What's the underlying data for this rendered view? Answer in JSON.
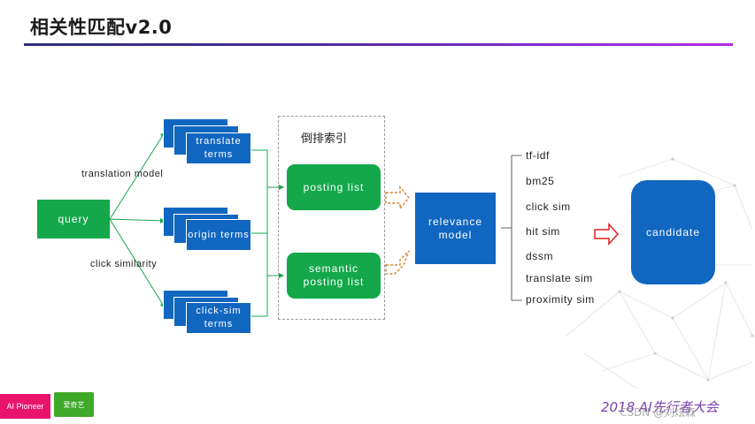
{
  "slide": {
    "title": "相关性匹配v2.0",
    "index_title": "倒排索引",
    "footer_left": "AI Pioneer",
    "footer_logo": "爱奇艺",
    "footer_right": "2018 AI先行者大会",
    "watermark": "CSDN @刘炫森"
  },
  "nodes": {
    "query": "query",
    "translate_terms": "translate terms",
    "origin_terms": "origin terms",
    "click_sim_terms": "click-sim terms",
    "posting_list": "posting list",
    "semantic_posting_list": "semantic posting list",
    "relevance_model": "relevance model",
    "candidate": "candidate"
  },
  "edge_labels": {
    "translation_model": "translation model",
    "click_similarity": "click similarity"
  },
  "features": [
    "tf-idf",
    "bm25",
    "click sim",
    "hit sim",
    "dssm",
    "translate sim",
    "proximity sim"
  ],
  "colors": {
    "green": "#14a84a",
    "blue": "#1167c0",
    "arrow_orange": "#d58a3a",
    "arrow_red": "#e02020"
  }
}
